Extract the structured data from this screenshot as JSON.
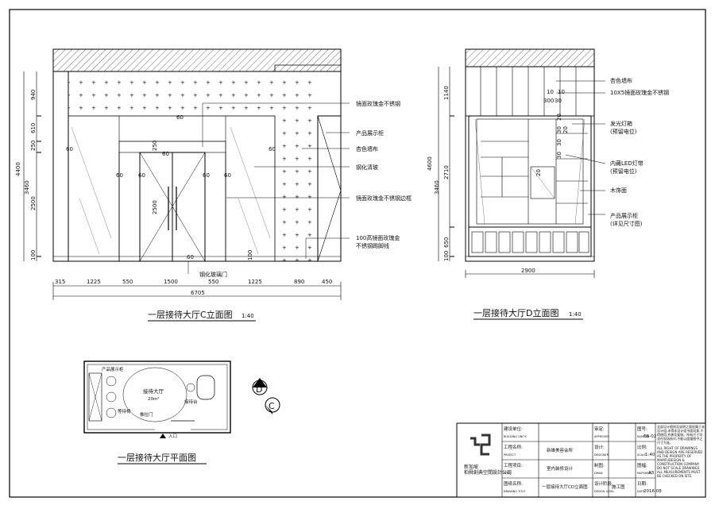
{
  "elevation_c": {
    "title": "一层接待大厅C立面图",
    "scale": "1:40",
    "left_dims": [
      "940",
      "610",
      "250",
      "3460",
      "2500",
      "100"
    ],
    "overall_height": "4400",
    "bottom_dims": [
      "315",
      "1225",
      "550",
      "1500",
      "550",
      "1225",
      "890",
      "450"
    ],
    "overall_width": "6705",
    "inner_marks": [
      "60",
      "60",
      "60",
      "60",
      "60",
      "60",
      "60",
      "60",
      "60",
      "250",
      "2500",
      "100"
    ],
    "callouts": [
      "镜面玫瑰金不锈钢",
      "产品展示柜",
      "杏色墙布",
      "钢化清玻",
      "镜面玫瑰金不锈钢边框",
      "100高镜面玫瑰金",
      "不锈钢踢脚线"
    ],
    "door_label": "钢化玻璃门"
  },
  "elevation_d": {
    "title": "一层接待大厅D立面图",
    "scale": "1:40",
    "left_dims": [
      "1140",
      "2710",
      "650",
      "3460",
      "4600",
      "100"
    ],
    "bottom_dim": "2900",
    "top_marks": [
      "10",
      "10",
      "300",
      "30"
    ],
    "mid_marks": [
      "20",
      "20",
      "30",
      "30",
      "30",
      "20"
    ],
    "callouts": [
      "杏色墙布",
      "10X5镜面玫瑰金不锈钢",
      "发光灯箱",
      "(预留电位)",
      "内藏LED灯带",
      "(预留电位)",
      "木饰面",
      "产品展示柜",
      "(详见尺寸图)"
    ]
  },
  "plan": {
    "title": "一层接待大厅平面图",
    "labels": [
      "产品展示柜",
      "接待大厅",
      "20m²",
      "接待台",
      "等待椅",
      "推拉门",
      "入口"
    ],
    "markers": [
      "D",
      "C"
    ]
  },
  "title_block": {
    "company_name": "新加坡\n柏舜創典空間設計公司",
    "fields": [
      {
        "cn": "建设单位:",
        "en": "BUILDING UNITS",
        "value": ""
      },
      {
        "cn": "工程名称:",
        "en": "PROJECT",
        "value": "新雄美容会所"
      },
      {
        "cn": "工程项目:",
        "en": "TITLE",
        "value": "室内装修设计"
      },
      {
        "cn": "图纸名称:",
        "en": "DRAWING TITLE",
        "value": "一层接待大厅CD立面图"
      }
    ],
    "fields_mid": [
      {
        "cn": "审定:",
        "en": "APPROVER"
      },
      {
        "cn": "设计:",
        "en": "DESIGNER"
      },
      {
        "cn": "制图:",
        "en": "DRAW"
      },
      {
        "cn": "设计阶段:",
        "en": "DESIGN LEVEL",
        "value": "施工图"
      }
    ],
    "fields_right": [
      {
        "cn": "图号:",
        "en": "NUMBER",
        "value": "EB-02"
      },
      {
        "cn": "比例:",
        "en": "SCALE",
        "value": "1:40"
      },
      {
        "cn": "图幅:",
        "en": "MAPSHEET",
        "value": "A3"
      },
      {
        "cn": "日期:",
        "en": "DATE",
        "value": "2016.08"
      }
    ],
    "notes_cn": "全部设计图则及说明之版权属于本设计组,未得本设计组书面同意,不得使用,抄袭及复制。所有尺寸均须在现场核对,不能以度量图中之尺寸为准。",
    "notes_en": "ALL RIGHT OF DRAWINGS AND DESIGN ARE RESERVED AS THE PROPERTY OF MAMFUDESIGN & CONSTRUCTION COMPANY. DO NOT SCALE DRAWINGS ALL MEASUREMENTS MUST BE CHECKED ON SITE."
  }
}
